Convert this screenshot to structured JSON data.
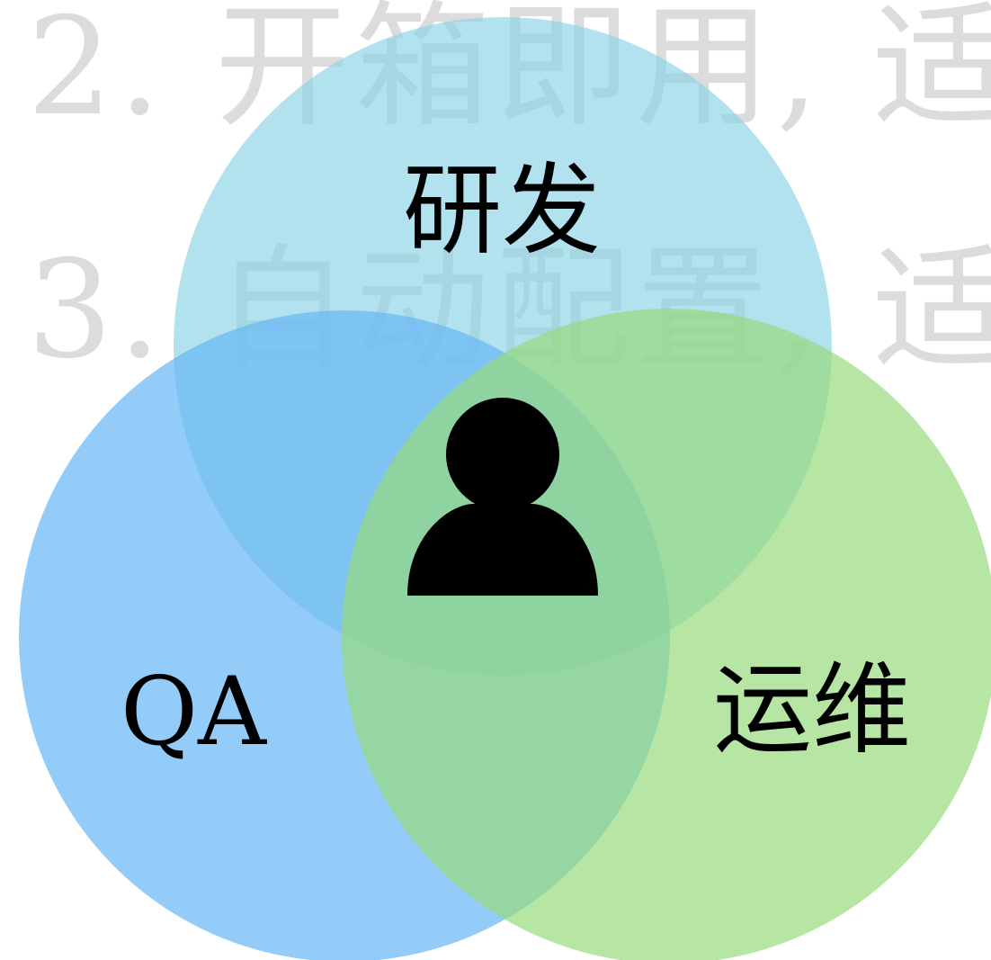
{
  "background_text": {
    "line1": "2. 开箱即用, 适",
    "line2": "3. 自动配置, 适"
  },
  "venn": {
    "circles": [
      {
        "id": "dev",
        "label": "研发",
        "color": "#87d3e3"
      },
      {
        "id": "qa",
        "label": "QA",
        "color": "#6ab8f5"
      },
      {
        "id": "ops",
        "label": "运维",
        "color": "#97da7e"
      }
    ],
    "center_icon": "person-icon"
  }
}
